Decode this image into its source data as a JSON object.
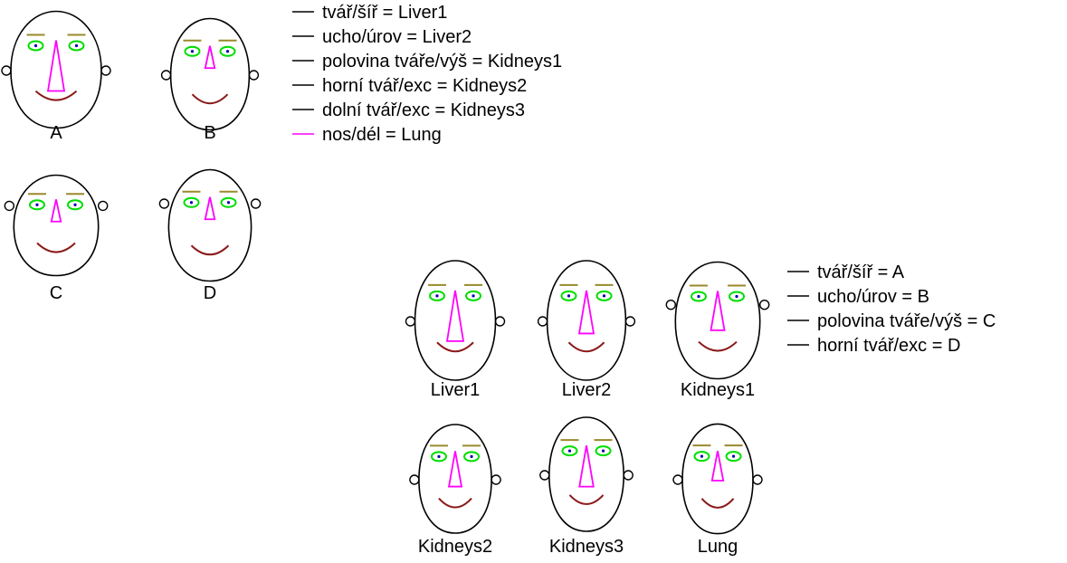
{
  "chart_data": [
    {
      "type": "chernoff-faces",
      "title": "",
      "faces": [
        {
          "label": "A",
          "features": {
            "face_width": 1.0,
            "ear_level": 0.5,
            "half_face_height": 0.85,
            "upper_face_ecc": 0.5,
            "nose_length": 1.0
          }
        },
        {
          "label": "B",
          "features": {
            "face_width": 0.7,
            "ear_level": 0.5,
            "half_face_height": 0.75,
            "upper_face_ecc": 0.35,
            "nose_length": 0.25
          }
        },
        {
          "label": "C",
          "features": {
            "face_width": 0.85,
            "ear_level": 1.0,
            "half_face_height": 0.55,
            "upper_face_ecc": 0.55,
            "nose_length": 0.25
          }
        },
        {
          "label": "D",
          "features": {
            "face_width": 0.8,
            "ear_level": 1.0,
            "half_face_height": 0.75,
            "upper_face_ecc": 1.0,
            "nose_length": 0.25
          }
        }
      ],
      "legend": [
        {
          "text": "tvář/šíř = Liver1",
          "color": "#000000"
        },
        {
          "text": "ucho/úrov = Liver2",
          "color": "#000000"
        },
        {
          "text": "polovina tváře/výš = Kidneys1",
          "color": "#000000"
        },
        {
          "text": "horní tvář/exc = Kidneys2",
          "color": "#000000"
        },
        {
          "text": "dolní tvář/exc = Kidneys3",
          "color": "#000000"
        },
        {
          "text": "nos/dél = Lung",
          "color": "#ff00ff"
        }
      ]
    },
    {
      "type": "chernoff-faces",
      "title": "",
      "faces": [
        {
          "label": "Liver1",
          "features": {
            "face_width": 0.75,
            "ear_level": 0.5,
            "half_face_height": 0.9,
            "upper_face_ecc": 0.35,
            "nose_length": 1.0
          }
        },
        {
          "label": "Liver2",
          "features": {
            "face_width": 0.7,
            "ear_level": 0.5,
            "half_face_height": 0.9,
            "upper_face_ecc": 0.35,
            "nose_length": 0.8
          }
        },
        {
          "label": "Kidneys1",
          "features": {
            "face_width": 0.85,
            "ear_level": 0.85,
            "half_face_height": 0.85,
            "upper_face_ecc": 0.35,
            "nose_length": 0.7
          }
        },
        {
          "label": "Kidneys2",
          "features": {
            "face_width": 0.55,
            "ear_level": 0.5,
            "half_face_height": 0.7,
            "upper_face_ecc": 0.3,
            "nose_length": 0.6
          }
        },
        {
          "label": "Kidneys3",
          "features": {
            "face_width": 0.6,
            "ear_level": 0.5,
            "half_face_height": 0.8,
            "upper_face_ecc": 0.3,
            "nose_length": 0.75
          }
        },
        {
          "label": "Lung",
          "features": {
            "face_width": 0.5,
            "ear_level": 0.5,
            "half_face_height": 0.72,
            "upper_face_ecc": 0.3,
            "nose_length": 0.45
          }
        }
      ],
      "legend": [
        {
          "text": "tvář/šíř = A",
          "color": "#000000"
        },
        {
          "text": "ucho/úrov = B",
          "color": "#000000"
        },
        {
          "text": "polovina tváře/výš = C",
          "color": "#000000"
        },
        {
          "text": "horní tvář/exc = D",
          "color": "#000000"
        }
      ]
    }
  ],
  "colors": {
    "face_outline": "#000000",
    "eyebrow": "#9a8a2a",
    "eye": "#00dd00",
    "pupil": "#0000aa",
    "nose": "#ff00ff",
    "mouth": "#8b1a1a"
  }
}
